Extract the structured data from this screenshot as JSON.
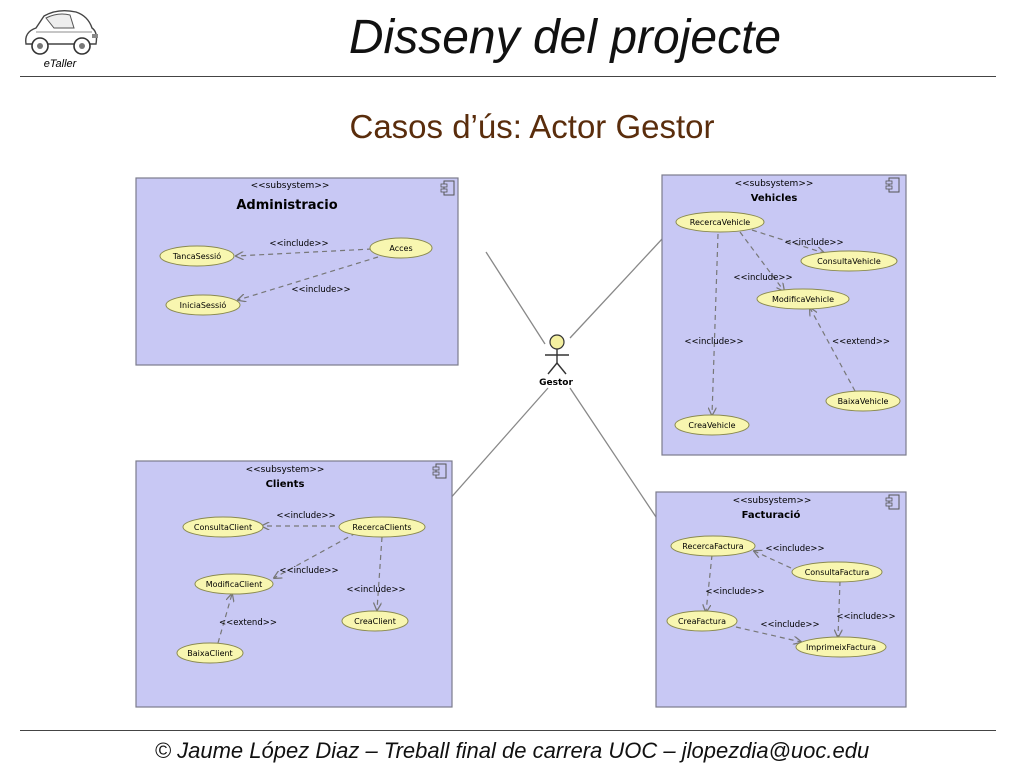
{
  "header": {
    "logo_label": "eTaller",
    "title": "Disseny del projecte"
  },
  "slide": {
    "subtitle": "Casos d’ús: Actor Gestor"
  },
  "diagram": {
    "actor": {
      "name": "Gestor"
    },
    "stereotype_subsystem": "<<subsystem>>",
    "subsystems": {
      "administracio": {
        "name": "Administracio",
        "use_cases": {
          "acces": "Acces",
          "tanca_sessio": "TancaSessió",
          "inicia_sessio": "IniciaSessió"
        },
        "relations": {
          "include_tanca": "<<include>>",
          "include_inicia": "<<include>>"
        }
      },
      "vehicles": {
        "name": "Vehicles",
        "use_cases": {
          "recerca": "RecercaVehicle",
          "consulta": "ConsultaVehicle",
          "modifica": "ModificaVehicle",
          "crea": "CreaVehicle",
          "baixa": "BaixaVehicle"
        },
        "relations": {
          "include_consulta": "<<include>>",
          "include_modifica": "<<include>>",
          "include_crea": "<<include>>",
          "extend_baixa": "<<extend>>"
        }
      },
      "clients": {
        "name": "Clients",
        "use_cases": {
          "recerca": "RecercaClients",
          "consulta": "ConsultaClient",
          "modifica": "ModificaClient",
          "crea": "CreaClient",
          "baixa": "BaixaClient"
        },
        "relations": {
          "include_consulta": "<<include>>",
          "include_modifica": "<<include>>",
          "include_crea": "<<include>>",
          "extend_baixa": "<<extend>>"
        }
      },
      "facturacio": {
        "name": "Facturació",
        "use_cases": {
          "recerca": "RecercaFactura",
          "consulta": "ConsultaFactura",
          "crea": "CreaFactura",
          "imprimeix": "ImprimeixFactura"
        },
        "relations": {
          "include_consulta": "<<include>>",
          "include_crea": "<<include>>",
          "include_imprimeix_a": "<<include>>",
          "include_imprimeix_b": "<<include>>"
        }
      }
    }
  },
  "footer": {
    "text": "© Jaume López Diaz – Treball final de carrera UOC – jlopezdia@uoc.edu"
  },
  "colors": {
    "package_fill": "#c8c8f4",
    "package_border": "#7c7c8c",
    "usecase_fill": "#f8f6b0",
    "usecase_border": "#8a8a50",
    "actor_head": "#f4f0a0",
    "subtitle": "#5a2d0c"
  }
}
